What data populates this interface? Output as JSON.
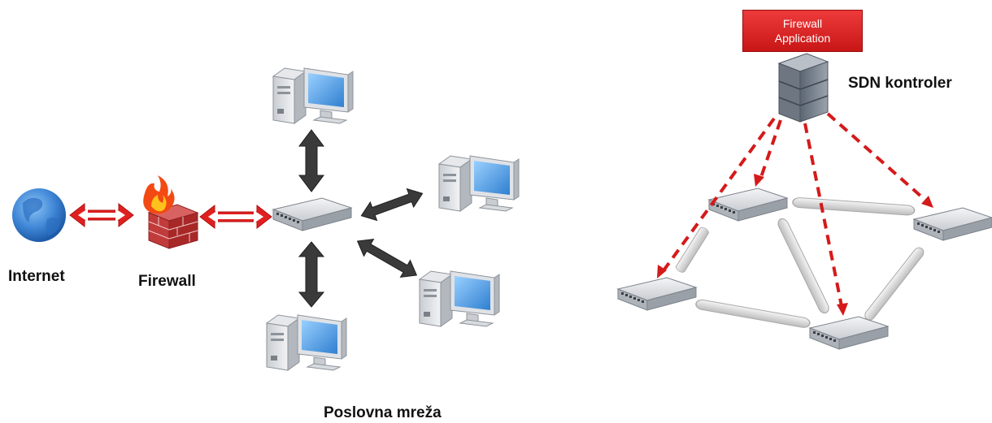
{
  "labels": {
    "internet": "Internet",
    "firewall": "Firewall",
    "business_network": "Poslovna mreža",
    "sdn_controller": "SDN kontroler"
  },
  "firewall_app": {
    "line1": "Firewall",
    "line2": "Application"
  },
  "colors": {
    "red_arrow": "#e02020",
    "dark_arrow": "#333333",
    "sdn_dash": "#d41a1a",
    "firewall_box": "#d42020",
    "monitor_screen": "#5aa8e8",
    "globe": "#3f86d6"
  },
  "icons": {
    "globe": "globe-icon",
    "firewall": "firewall-icon",
    "switch": "switch-icon",
    "computer": "computer-icon",
    "server": "server-icon"
  }
}
